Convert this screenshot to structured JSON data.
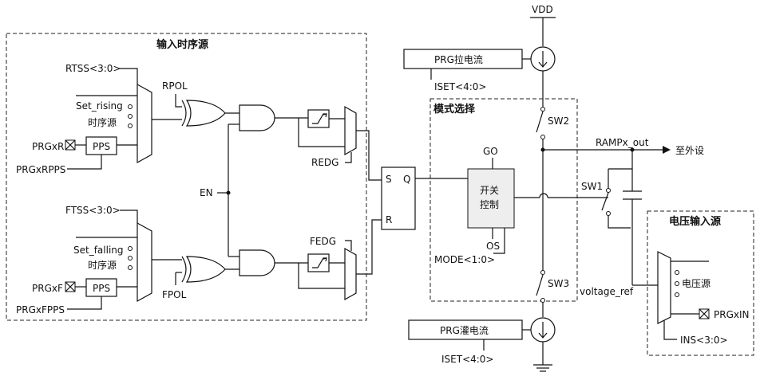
{
  "groups": {
    "input_timing": "输入时序源",
    "mode_select": "模式选择",
    "voltage_input": "电压输入源"
  },
  "labels": {
    "vdd": "VDD",
    "rtss": "RTSS<3:0>",
    "set_rising": "Set_rising",
    "timing_src_1": "时序源",
    "prgxr": "PRGxR",
    "pps": "PPS",
    "prgxrpps": "PRGxRPPS",
    "rpol": "RPOL",
    "redg": "REDG",
    "en": "EN",
    "ftss": "FTSS<3:0>",
    "set_falling": "Set_falling",
    "timing_src_2": "时序源",
    "prgxf": "PRGxF",
    "prgxfpps": "PRGxFPPS",
    "fpol": "FPOL",
    "fedg": "FEDG",
    "s": "S",
    "q": "Q",
    "r": "R",
    "prg_pull": "PRG拉电流",
    "iset_top": "ISET<4:0>",
    "go": "GO",
    "switch_ctrl_1": "开关",
    "switch_ctrl_2": "控制",
    "os": "OS",
    "mode": "MODE<1:0>",
    "sw2": "SW2",
    "sw1": "SW1",
    "sw3": "SW3",
    "ramp_out": "RAMPx_out",
    "to_periph": "至外设",
    "prg_sink": "PRG灌电流",
    "iset_bottom": "ISET<4:0>",
    "voltage_ref": "voltage_ref",
    "voltage_src": "电压源",
    "prgxin": "PRGxIN",
    "ins": "INS<3:0>"
  }
}
